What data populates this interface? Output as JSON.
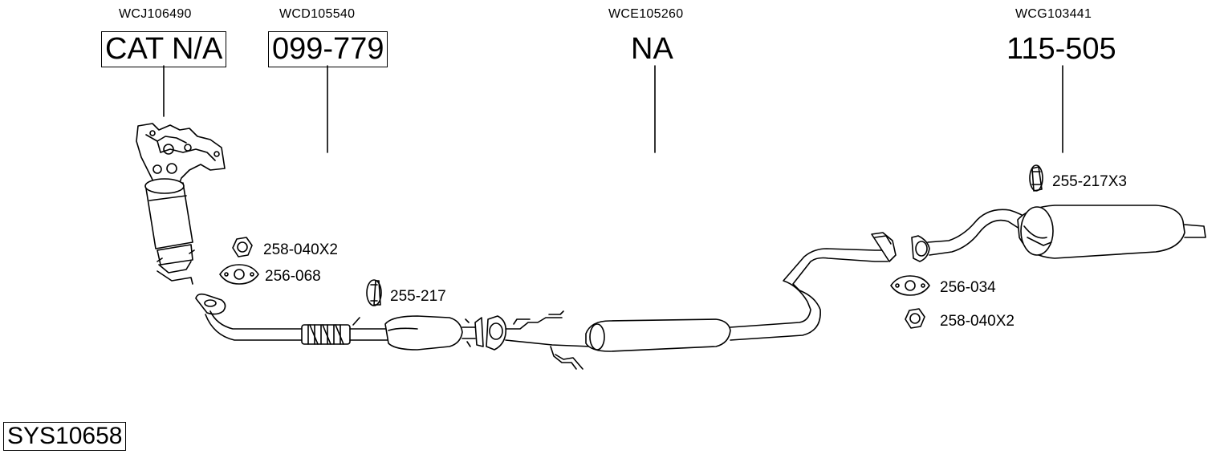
{
  "sections": [
    {
      "code": "WCJ106490",
      "part": "CAT N/A"
    },
    {
      "code": "WCD105540",
      "part": "099-779"
    },
    {
      "code": "WCE105260",
      "part": "NA"
    },
    {
      "code": "WCG103441",
      "part": "115-505"
    }
  ],
  "labels": {
    "nut_left": "258-040X2",
    "gasket_left": "256-068",
    "hanger_mid": "255-217",
    "hanger_rear": "255-217X3",
    "gasket_right": "256-034",
    "nut_right": "258-040X2"
  },
  "system_code": "SYS10658"
}
